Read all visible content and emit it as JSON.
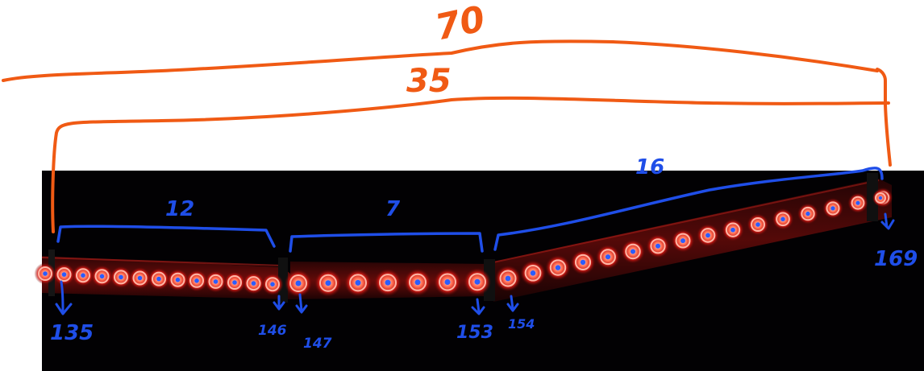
{
  "annotations": {
    "top_total": "70",
    "strip_total": "35",
    "segments": [
      {
        "count": "12"
      },
      {
        "count": "7"
      },
      {
        "count": "16"
      }
    ],
    "led_indices": [
      {
        "text": "135"
      },
      {
        "text": "146"
      },
      {
        "text": "147"
      },
      {
        "text": "153"
      },
      {
        "text": "154"
      },
      {
        "text": "169"
      }
    ]
  },
  "colors": {
    "orange_ink": "#f05a14",
    "blue_ink": "#1f4ee8",
    "background": "#020103",
    "led_glow": "#ff2a1a"
  }
}
